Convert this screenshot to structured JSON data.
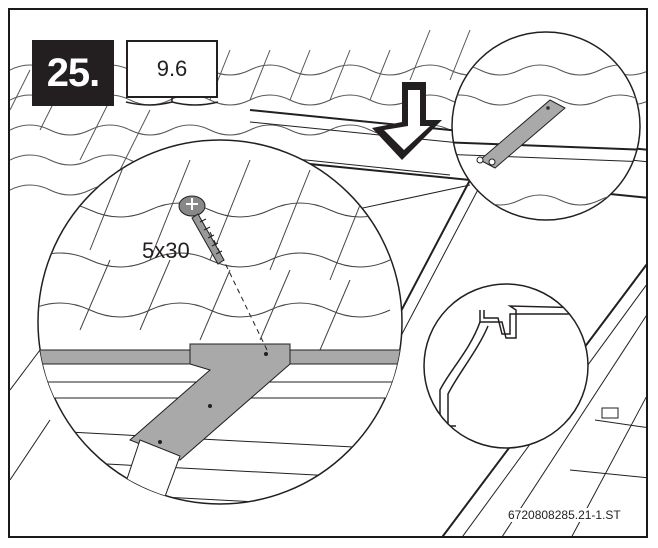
{
  "step_number": "25.",
  "reference": "9.6",
  "screw_size": "5x30",
  "document_code": "6720808285.21-1.ST",
  "colors": {
    "line": "#231f20",
    "strip": "#a9a9a9",
    "rail": "#d4d4d4",
    "badge_bg": "#231f20"
  },
  "icons": {
    "book": "open-book-icon",
    "arrow": "down-arrow-icon",
    "screw": "screw-icon"
  }
}
